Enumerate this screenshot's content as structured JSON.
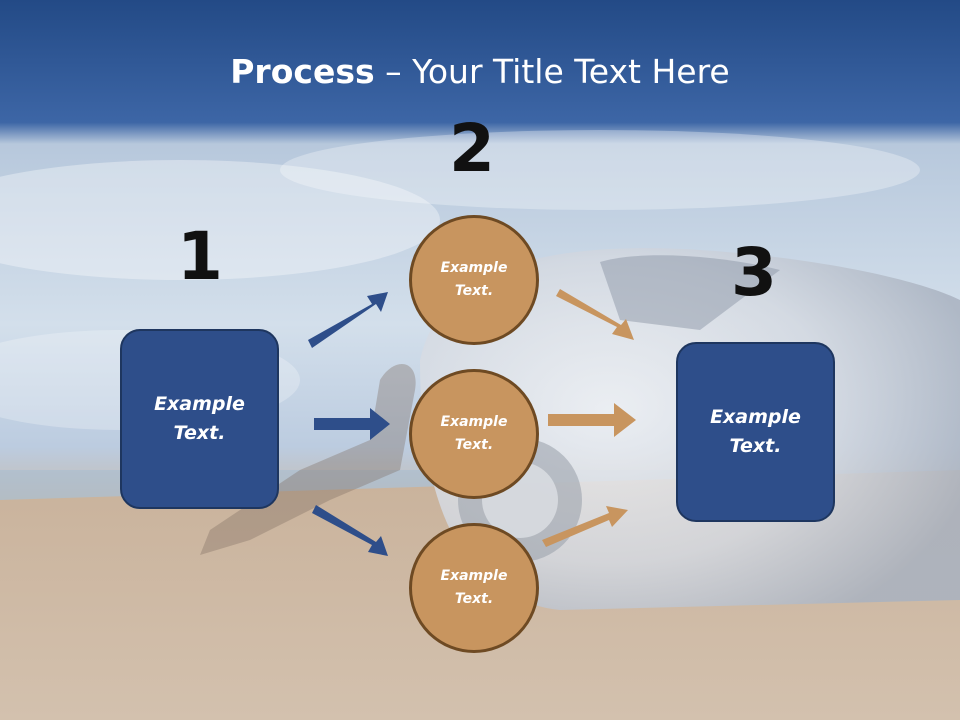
{
  "title": {
    "bold": "Process",
    "rest": " – Your Title Text Here"
  },
  "steps": {
    "one": "1",
    "two": "2",
    "three": "3"
  },
  "left_box": {
    "text": "Example\nText."
  },
  "right_box": {
    "text": "Example\nText."
  },
  "circles": [
    {
      "text": "Example\nText."
    },
    {
      "text": "Example\nText."
    },
    {
      "text": "Example\nText."
    }
  ],
  "colors": {
    "blue": "#2e4e8a",
    "tan": "#c8955f",
    "banner": "#2a5090"
  }
}
